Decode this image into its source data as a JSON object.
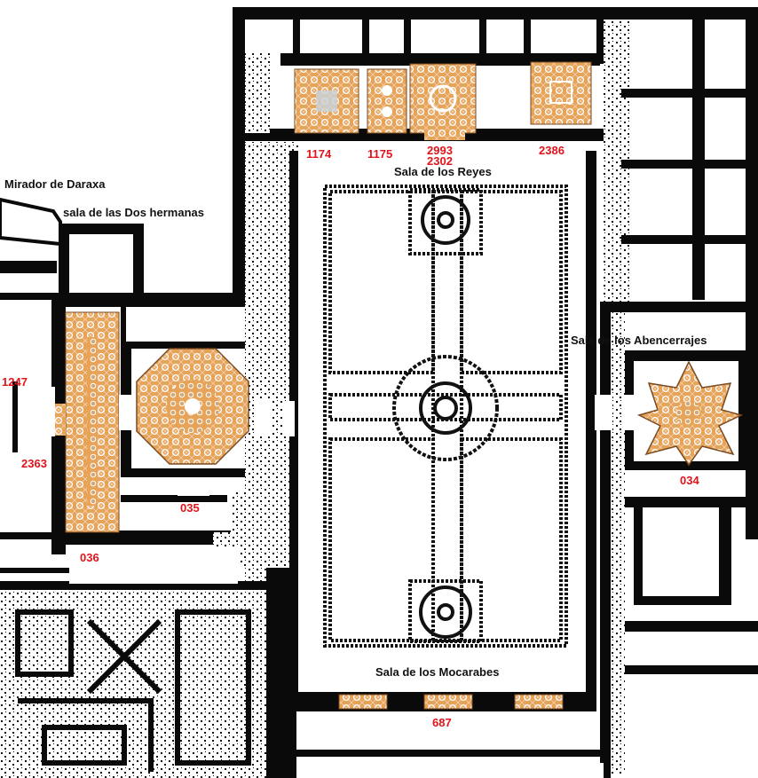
{
  "rooms": {
    "mirador": "Mirador de Daraxa",
    "dos_hermanas": "sala de las Dos hermanas",
    "reyes": "Sala de los Reyes",
    "abencerrajes": "Sala de los Abencerrajes",
    "mocarabes": "Sala de los Mocarabes"
  },
  "codes": {
    "c1174": "1174",
    "c1175": "1175",
    "c2993": "2993",
    "c2302": "2302",
    "c2386": "2386",
    "c1247": "1247",
    "c2363": "2363",
    "c035": "035",
    "c036": "036",
    "c034": "034",
    "c687": "687"
  },
  "colors": {
    "wall": "#0a0a0a",
    "ceiling_fill": "#e6a35a",
    "ceiling_pattern": "#ffffff",
    "code_text": "#e0141b",
    "room_text": "#111111"
  }
}
